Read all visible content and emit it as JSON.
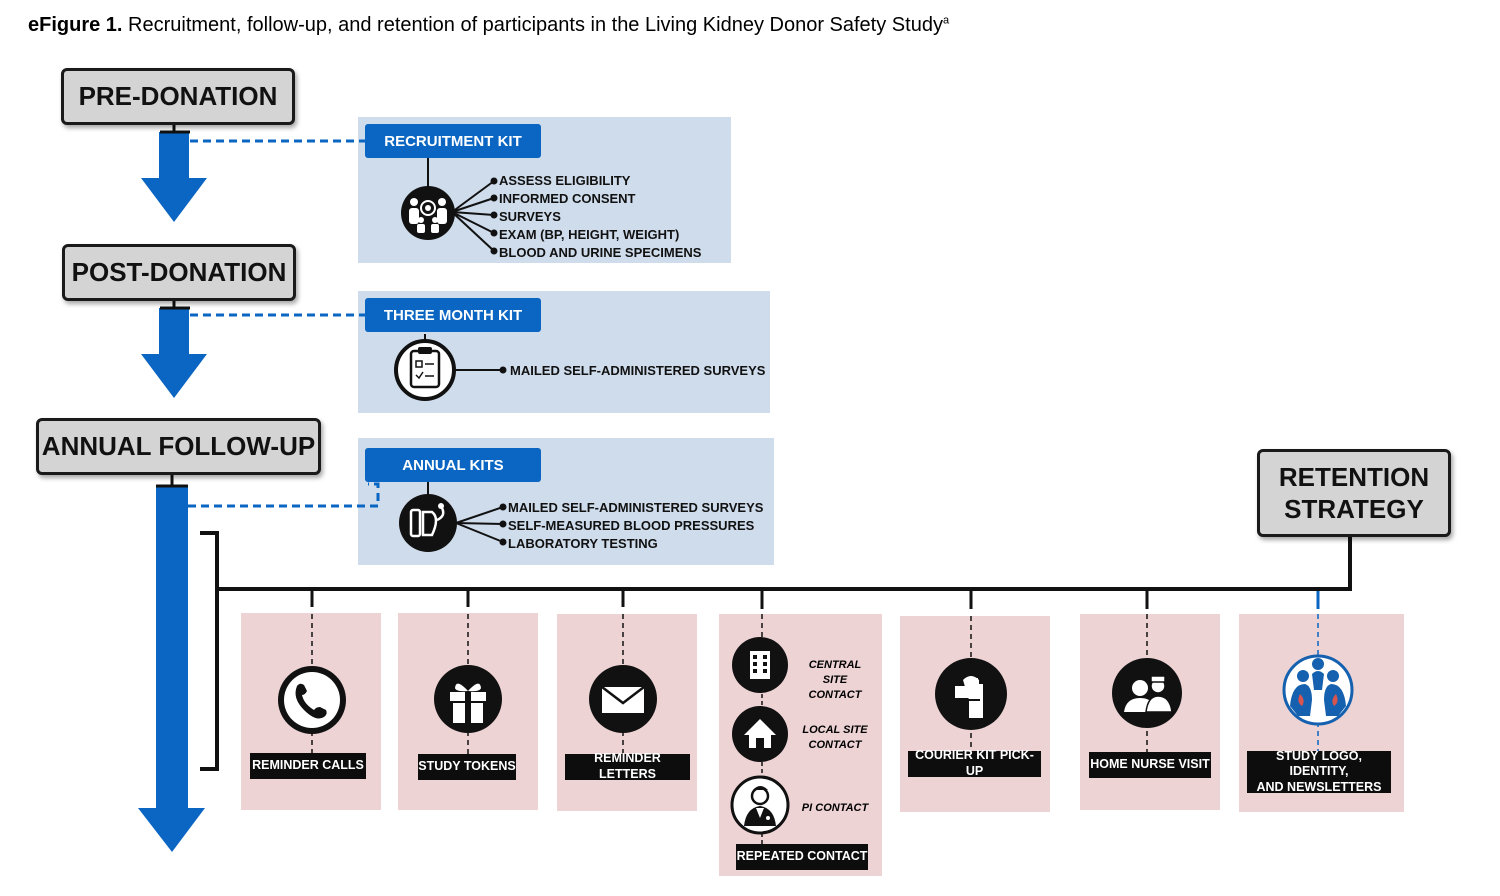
{
  "caption": {
    "label": "eFigure 1.",
    "text": "Recruitment, follow-up, and retention of participants in the Living Kidney Donor Safety Study",
    "footnote": "a"
  },
  "stages": {
    "pre_donation": "PRE-DONATION",
    "post_donation": "POST-DONATION",
    "annual_follow_up": "ANNUAL FOLLOW-UP",
    "retention_line1": "RETENTION",
    "retention_line2": "STRATEGY"
  },
  "kits": {
    "recruitment": {
      "title": "RECRUITMENT KIT",
      "icon": "family-group-icon",
      "items": [
        "ASSESS ELIGIBILITY",
        "INFORMED CONSENT",
        "SURVEYS",
        "EXAM (BP, HEIGHT, WEIGHT)",
        "BLOOD AND URINE SPECIMENS"
      ]
    },
    "three_month": {
      "title": "THREE MONTH KIT",
      "icon": "clipboard-icon",
      "items": [
        "MAILED SELF-ADMINISTERED SURVEYS"
      ]
    },
    "annual": {
      "title": "ANNUAL KITS",
      "icon": "blood-pressure-icon",
      "items": [
        "MAILED SELF-ADMINISTERED SURVEYS",
        "SELF-MEASURED BLOOD PRESSURES",
        "LABORATORY TESTING"
      ]
    }
  },
  "strategies": {
    "reminder_calls": "REMINDER CALLS",
    "study_tokens": "STUDY TOKENS",
    "reminder_letters": "REMINDER LETTERS",
    "repeated_contact": "REPEATED CONTACT",
    "central_site_line1": "CENTRAL",
    "central_site_line2": "SITE CONTACT",
    "local_site_line1": "LOCAL SITE",
    "local_site_line2": "CONTACT",
    "pi_contact": "PI CONTACT",
    "courier_kit": "COURIER KIT PICK-UP",
    "home_nurse": "HOME NURSE VISIT",
    "logo_line1": "STUDY LOGO, IDENTITY,",
    "logo_line2": "AND NEWSLETTERS"
  },
  "colors": {
    "accent_blue": "#0a66c2",
    "kit_background": "#cfdcec",
    "strategy_background": "#eed3d5",
    "stage_fill": "#d4d4d4"
  }
}
